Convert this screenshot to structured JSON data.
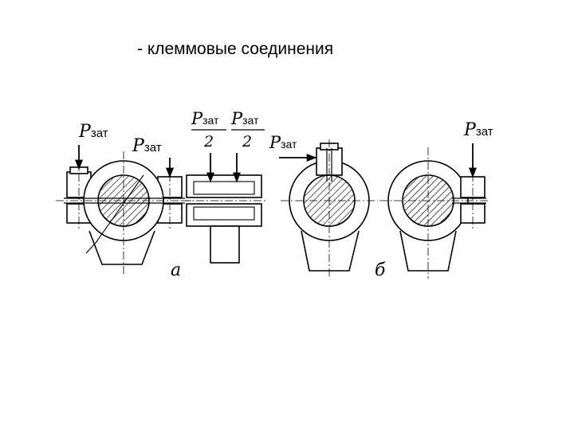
{
  "slide": {
    "title": "- клеммовые соединения"
  },
  "figure": {
    "force_symbol": "P",
    "force_subscript": "зат",
    "half_divisor": "2",
    "view_label_a": "а",
    "view_label_b": "б"
  }
}
